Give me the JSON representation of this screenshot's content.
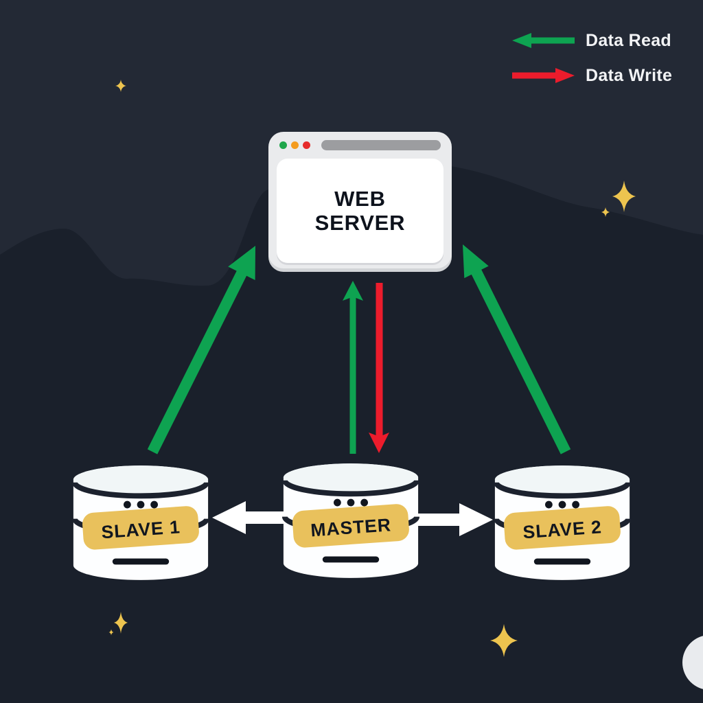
{
  "title": "Database replication architecture diagram",
  "legend": {
    "items": [
      {
        "label": "Data Read",
        "direction": "left",
        "color": "#0ea351"
      },
      {
        "label": "Data Write",
        "direction": "right",
        "color": "#ec1c2c"
      }
    ]
  },
  "web_server": {
    "title": "WEB\nSERVER",
    "traffic_lights": [
      "green",
      "orange",
      "red"
    ]
  },
  "databases": [
    {
      "label": "SLAVE 1",
      "role": "replica"
    },
    {
      "label": "MASTER",
      "role": "primary"
    },
    {
      "label": "SLAVE 2",
      "role": "replica"
    }
  ],
  "flows": [
    {
      "from": "slave-1",
      "to": "web-server",
      "type": "data-read",
      "color": "#0ea351"
    },
    {
      "from": "master",
      "to": "web-server",
      "type": "data-read",
      "color": "#0ea351"
    },
    {
      "from": "web-server",
      "to": "master",
      "type": "data-write",
      "color": "#ec1c2c"
    },
    {
      "from": "master",
      "to": "slave-1",
      "type": "replication",
      "color": "#ffffff"
    },
    {
      "from": "master",
      "to": "slave-2",
      "type": "replication",
      "color": "#ffffff"
    }
  ],
  "colors": {
    "bg_bottom": "#1a202b",
    "bg_wave": "#232935",
    "read_green": "#0ea351",
    "write_red": "#ec1c2c",
    "label_gold": "#e9c15c",
    "sparkle_gold": "#edc44f",
    "white": "#ffffff",
    "ink": "#11161f",
    "band_dark": "#1c222e"
  }
}
